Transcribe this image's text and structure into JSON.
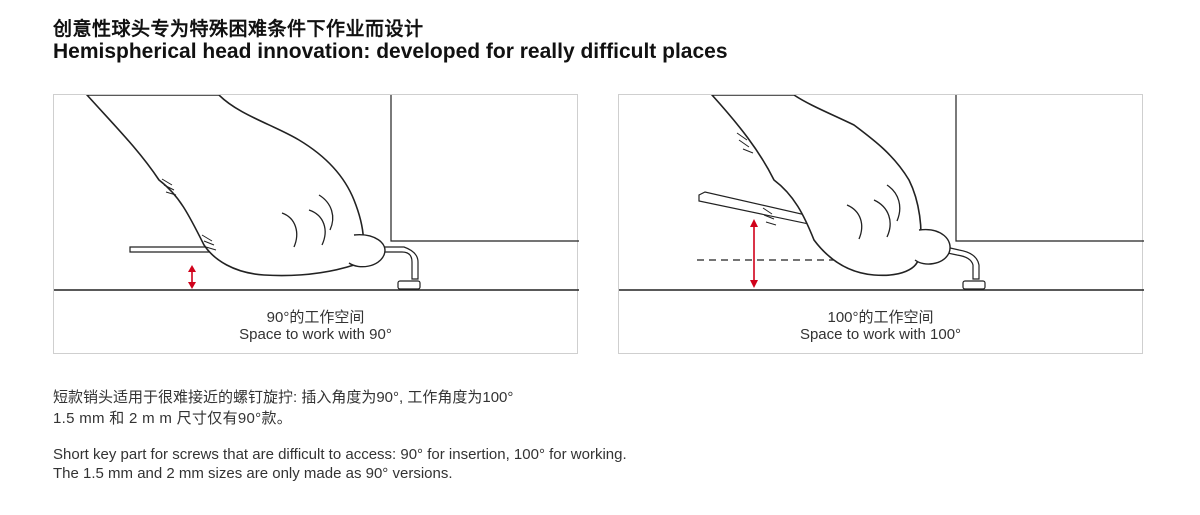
{
  "header": {
    "title_cn": "创意性球头专为特殊困难条件下作业而设计",
    "title_en": "Hemispherical head innovation: developed for really difficult places"
  },
  "panels": [
    {
      "caption_cn": "90°的工作空间",
      "caption_en": "Space to work with 90°"
    },
    {
      "caption_cn": "100°的工作空间",
      "caption_en": "Space to work with 100°"
    }
  ],
  "notes": {
    "cn_line1": "短款销头适用于很难接近的螺钉旋拧: 插入角度为90°, 工作角度为100°",
    "cn_line2": "1.5 mm 和 2 m m 尺寸仅有90°款。",
    "en_line1": "Short key part for screws that are difficult to access: 90° for insertion, 100° for working.",
    "en_line2": "The 1.5 mm and 2 mm sizes are only made as 90° versions."
  },
  "colors": {
    "arrow": "#d0021b",
    "line": "#222222",
    "border": "#cfcfcf"
  }
}
